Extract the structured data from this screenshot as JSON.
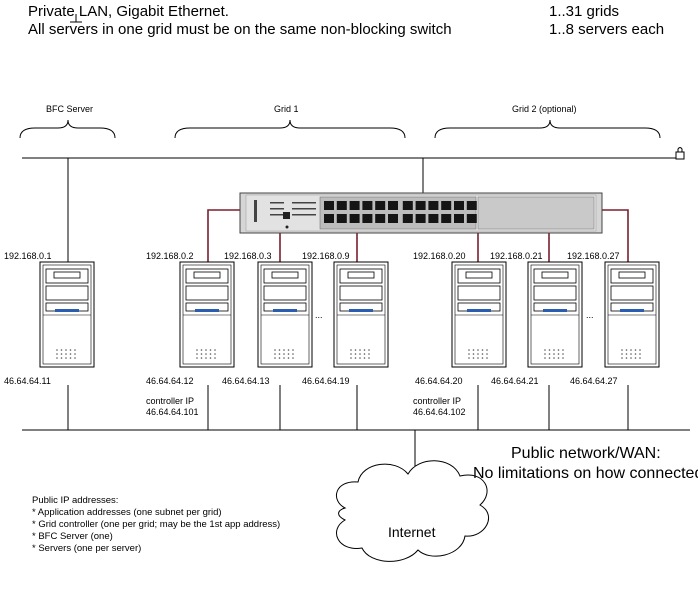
{
  "header": {
    "line1": "Private LAN, Gigabit Ethernet.",
    "line2": "All servers in one grid must be on the same non-blocking switch",
    "grids": "1..31 grids",
    "servers": "1..8 servers each"
  },
  "groups": {
    "bfc": "BFC Server",
    "grid1": "Grid 1",
    "grid2": "Grid 2 (optional)"
  },
  "private_ips": [
    "192.168.0.1",
    "192.168.0.2",
    "192.168.0.3",
    "192.168.0.9",
    "192.168.0.20",
    "192.168.0.21",
    "192.168.0.27"
  ],
  "public_ips": [
    "46.64.64.11",
    "46.64.64.12",
    "46.64.64.13",
    "46.64.64.19",
    "46.64.64.20",
    "46.64.64.21",
    "46.64.64.27"
  ],
  "controllers": [
    {
      "label": "controller IP",
      "ip": "46.64.64.101"
    },
    {
      "label": "controller IP",
      "ip": "46.64.64.102"
    }
  ],
  "ellipsis": "...",
  "wan": {
    "line1": "Public network/WAN:",
    "line2": "No limitations on how connected"
  },
  "internet": "Internet",
  "notes": {
    "title": "Public IP addresses:",
    "items": [
      "* Application addresses (one subnet per grid)",
      "* Grid controller (one per grid; may be the 1st app  address)",
      "* BFC Server (one)",
      "* Servers (one per server)"
    ]
  }
}
